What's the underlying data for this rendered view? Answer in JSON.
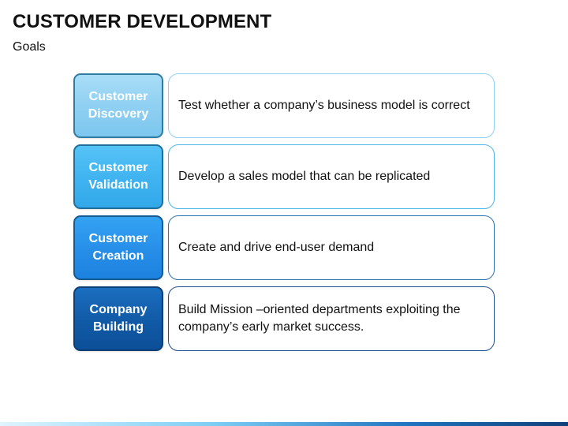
{
  "slide": {
    "title": "CUSTOMER DEVELOPMENT",
    "subtitle": "Goals"
  },
  "rows": [
    {
      "stage": "Customer\nDiscovery",
      "goal": "Test whether a company’s business model is correct"
    },
    {
      "stage": "Customer\nValidation",
      "goal": "Develop a sales model that can be replicated"
    },
    {
      "stage": "Customer\nCreation",
      "goal": "Create and drive end-user demand"
    },
    {
      "stage": "Company\nBuilding",
      "goal": "Build Mission –oriented departments exploiting the company’s early market success."
    }
  ],
  "colors": {
    "row_1": "#8ECFF2",
    "row_2": "#3FB3F0",
    "row_3": "#278EE8",
    "row_4": "#115AA6"
  }
}
